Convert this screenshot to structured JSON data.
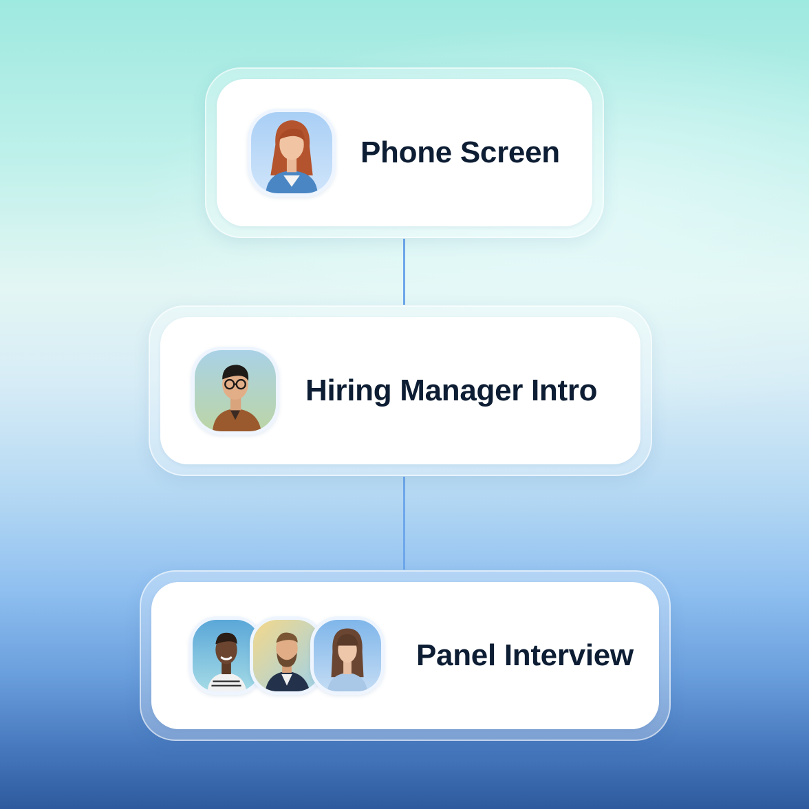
{
  "stages": [
    {
      "label": "Phone Screen",
      "avatar_icons": [
        "avatar-woman-red-hair-icon"
      ]
    },
    {
      "label": "Hiring Manager Intro",
      "avatar_icons": [
        "avatar-man-glasses-icon"
      ]
    },
    {
      "label": "Panel Interview",
      "avatar_icons": [
        "avatar-woman-short-hair-icon",
        "avatar-man-beard-icon",
        "avatar-woman-bangs-icon"
      ]
    }
  ],
  "colors": {
    "connector": "#6ea7ea",
    "label_text": "#0d1d33",
    "card": "#ffffff",
    "gradient_top": "#9ee9e0",
    "gradient_bottom": "#2e5a9d"
  }
}
